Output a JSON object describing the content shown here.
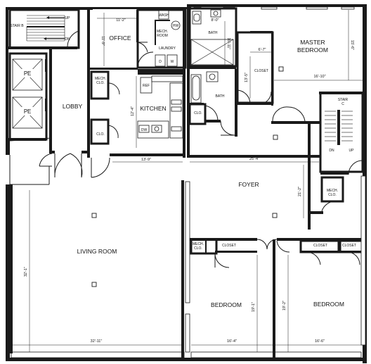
{
  "rooms": {
    "stair_b": "STAIR B",
    "office": "OFFICE",
    "lobby": "LOBBY",
    "kitchen": "KITCHEN",
    "bath_upper": "BATH",
    "bath_lower": "BATH",
    "closet_master": "CLOSET",
    "master_bedroom_line1": "MASTER",
    "master_bedroom_line2": "BEDROOM",
    "stair_c_line1": "STAIR",
    "stair_c_line2": "C",
    "foyer": "FOYER",
    "living_room": "LIVING ROOM",
    "bedroom_left": "BEDROOM",
    "bedroom_right": "BEDROOM",
    "closet_left": "CLOSET",
    "closet_mid": "CLOSET",
    "closet_right": "CLOSET"
  },
  "small_labels": {
    "up_b": "UP",
    "dn_b": "DN",
    "pe_top": "PE",
    "pe_bottom": "PE",
    "mech_clo_office_1": "MECH.",
    "mech_clo_office_2": "CLO.",
    "clo_lobby": "CLO.",
    "washer": "WASH",
    "wh": "HW",
    "mech_room_1": "MECH.",
    "mech_room_2": "ROOM",
    "laundry": "LAUNDRY",
    "d": "D",
    "w": "W",
    "ref": "REF",
    "dw": "DW",
    "clo_bath": "CLO.",
    "dn_c": "DN",
    "up_c": "UP",
    "mech_clo_c_1": "MECH.",
    "mech_clo_c_2": "CLO.",
    "mech_clo_bed_1": "MECH.",
    "mech_clo_bed_2": "CLO."
  },
  "dimensions": {
    "office_width": "11'-2\"",
    "office_depth": "11'-9\"",
    "bath_width": "8'-0\"",
    "bath_depth": "10'-11\"",
    "closet_width": "6'-7\"",
    "closet_depth": "13'-5\"",
    "master_depth": "15'-6\"",
    "master_width": "16'-10\"",
    "kitchen_depth": "12'-4\"",
    "kitchen_width": "13'-9\"",
    "foyer_width": "25'-4\"",
    "foyer_depth": "21'-2\"",
    "living_depth": "32'-1\"",
    "living_width": "32'-11\"",
    "bedroom_left_depth": "19'-1\"",
    "bedroom_left_width": "16'-4\"",
    "bedroom_right_depth": "19'-2\"",
    "bedroom_right_width": "16'-6\""
  }
}
